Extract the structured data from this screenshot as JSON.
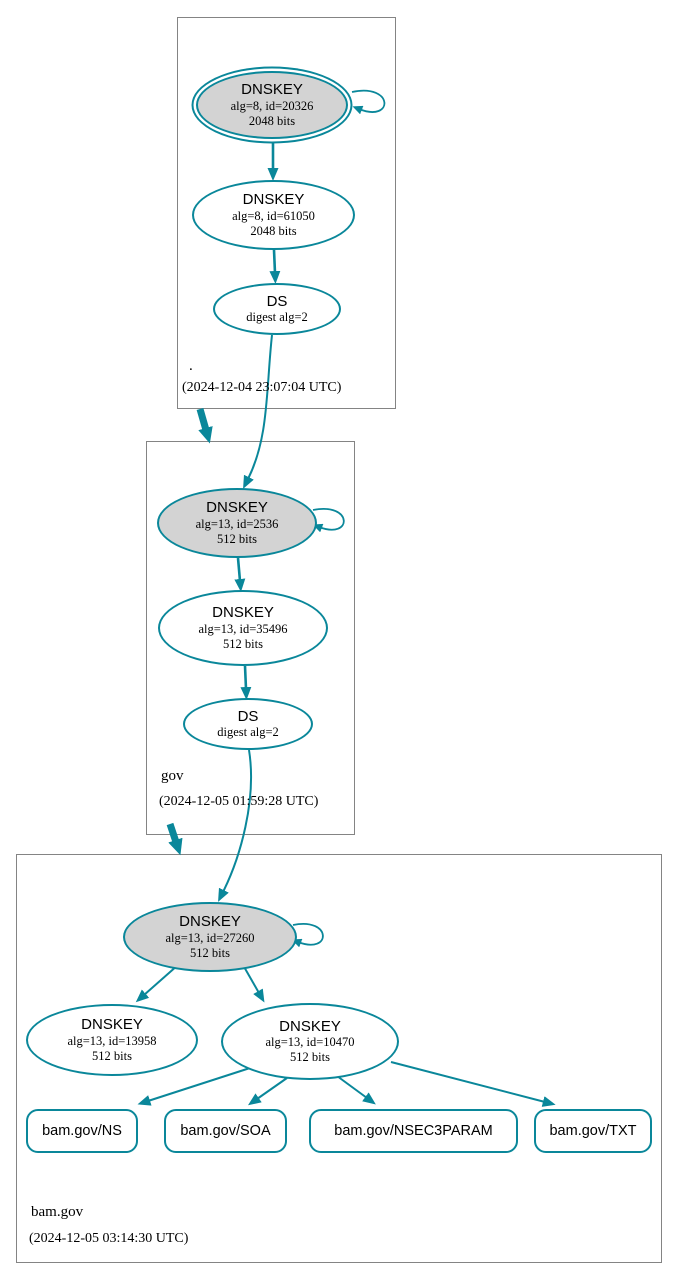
{
  "colors": {
    "accent": "#0a879a",
    "ksk_fill": "#d3d3d3",
    "node_fill": "#ffffff",
    "box_border": "#848484",
    "text": "#000000"
  },
  "zones": [
    {
      "label": ".",
      "timestamp": "(2024-12-04 23:07:04 UTC)",
      "ksk": {
        "title": "DNSKEY",
        "detail1": "alg=8, id=20326",
        "detail2": "2048 bits"
      },
      "zsk": {
        "title": "DNSKEY",
        "detail1": "alg=8, id=61050",
        "detail2": "2048 bits"
      },
      "ds": {
        "title": "DS",
        "detail1": "digest alg=2"
      }
    },
    {
      "label": "gov",
      "timestamp": "(2024-12-05 01:59:28 UTC)",
      "ksk": {
        "title": "DNSKEY",
        "detail1": "alg=13, id=2536",
        "detail2": "512 bits"
      },
      "zsk": {
        "title": "DNSKEY",
        "detail1": "alg=13, id=35496",
        "detail2": "512 bits"
      },
      "ds": {
        "title": "DS",
        "detail1": "digest alg=2"
      }
    },
    {
      "label": "bam.gov",
      "timestamp": "(2024-12-05 03:14:30 UTC)",
      "ksk": {
        "title": "DNSKEY",
        "detail1": "alg=13, id=27260",
        "detail2": "512 bits"
      },
      "zsk1": {
        "title": "DNSKEY",
        "detail1": "alg=13, id=13958",
        "detail2": "512 bits"
      },
      "zsk2": {
        "title": "DNSKEY",
        "detail1": "alg=13, id=10470",
        "detail2": "512 bits"
      },
      "rrsets": [
        "bam.gov/NS",
        "bam.gov/SOA",
        "bam.gov/NSEC3PARAM",
        "bam.gov/TXT"
      ]
    }
  ]
}
